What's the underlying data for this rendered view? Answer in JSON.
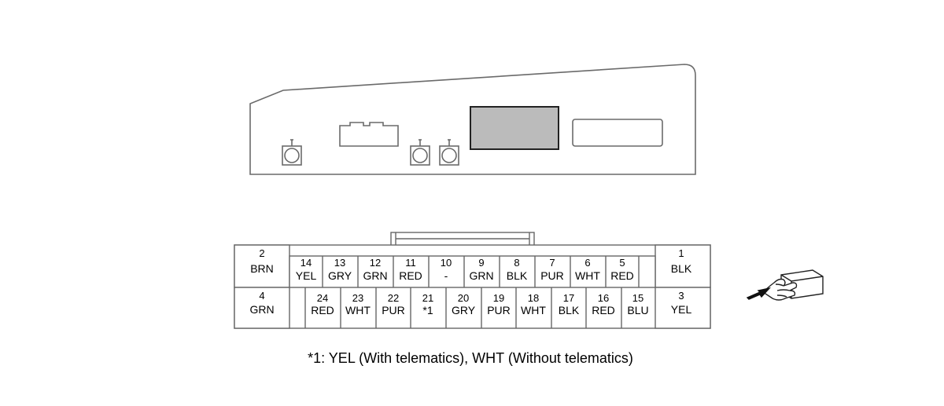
{
  "connector": {
    "left_upper": {
      "num": "2",
      "color": "BRN"
    },
    "left_lower": {
      "num": "4",
      "color": "GRN"
    },
    "right_upper": {
      "num": "1",
      "color": "BLK"
    },
    "right_lower": {
      "num": "3",
      "color": "YEL"
    },
    "top_row": [
      {
        "num": "14",
        "color": "YEL"
      },
      {
        "num": "13",
        "color": "GRY"
      },
      {
        "num": "12",
        "color": "GRN"
      },
      {
        "num": "11",
        "color": "RED"
      },
      {
        "num": "10",
        "color": "-"
      },
      {
        "num": "9",
        "color": "GRN"
      },
      {
        "num": "8",
        "color": "BLK"
      },
      {
        "num": "7",
        "color": "PUR"
      },
      {
        "num": "6",
        "color": "WHT"
      },
      {
        "num": "5",
        "color": "RED"
      }
    ],
    "bottom_row": [
      {
        "num": "24",
        "color": "RED"
      },
      {
        "num": "23",
        "color": "WHT"
      },
      {
        "num": "22",
        "color": "PUR"
      },
      {
        "num": "21",
        "color": "*1"
      },
      {
        "num": "20",
        "color": "GRY"
      },
      {
        "num": "19",
        "color": "PUR"
      },
      {
        "num": "18",
        "color": "WHT"
      },
      {
        "num": "17",
        "color": "BLK"
      },
      {
        "num": "16",
        "color": "RED"
      },
      {
        "num": "15",
        "color": "BLU"
      }
    ]
  },
  "footnote": "*1: YEL (With telematics), WHT (Without telematics)",
  "colors": {
    "line": "#555555",
    "cell_border": "#666666",
    "display_fill": "#bbbbbb",
    "text": "#000000"
  },
  "icons": {
    "unit": "control-unit-icon",
    "view": "front-view-hand-icon"
  }
}
